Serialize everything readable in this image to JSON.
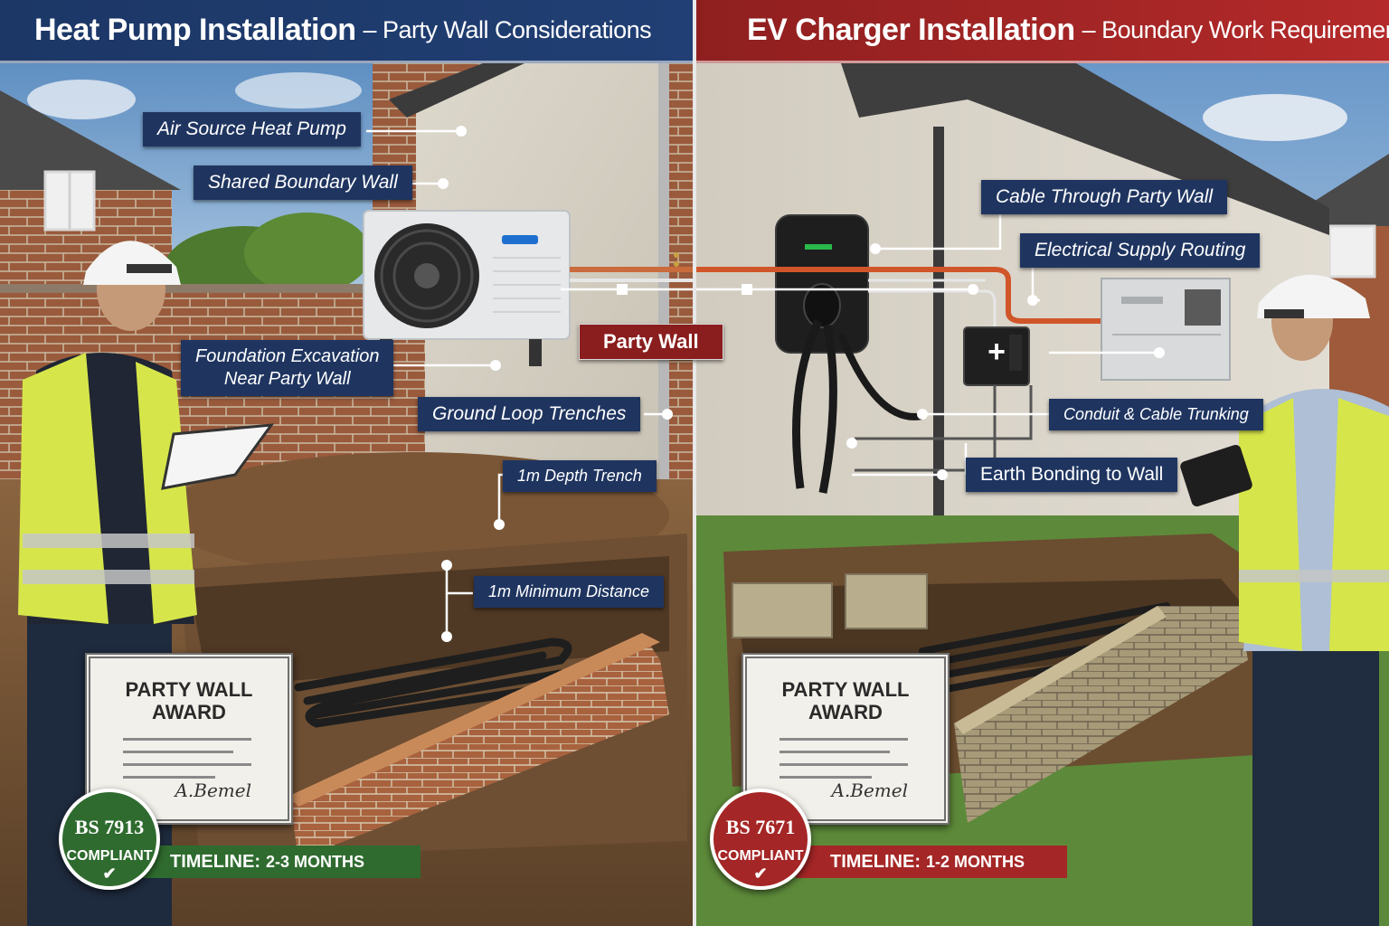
{
  "left": {
    "title": "Heat Pump Installation",
    "subtitle": "– Party Wall Considerations",
    "labels": {
      "heat_pump": "Air Source Heat Pump",
      "boundary_wall": "Shared Boundary Wall",
      "foundation_line1": "Foundation Excavation",
      "foundation_line2": "Near Party Wall",
      "ground_loop": "Ground Loop Trenches",
      "depth": "1m Depth Trench",
      "distance": "1m Minimum Distance"
    },
    "party_wall_label": "Party Wall",
    "award_line1": "PARTY WALL",
    "award_line2": "AWARD",
    "signature": "A.Bemel",
    "seal_standard": "BS 7913",
    "seal_text": "COMPLIANT",
    "timeline_label": "TIMELINE:",
    "timeline_value": "2-3 MONTHS",
    "colors": {
      "header": "#1c3766",
      "seal": "#2f6b2f",
      "timeline": "#2f6b2f"
    }
  },
  "right": {
    "title": "EV Charger Installation",
    "subtitle": "– Boundary Work Requirements",
    "labels": {
      "cable_through": "Cable Through Party Wall",
      "supply_routing": "Electrical Supply Routing",
      "conduit": "Conduit & Cable Trunking",
      "earth": "Earth Bonding to Wall"
    },
    "award_line1": "PARTY WALL",
    "award_line2": "AWARD",
    "signature": "A.Bemel",
    "seal_standard": "BS 7671",
    "seal_text": "COMPLIANT",
    "timeline_label": "TIMELINE:",
    "timeline_value": "1-2 MONTHS",
    "colors": {
      "header": "#a52626",
      "seal": "#a52626",
      "timeline": "#a52626"
    }
  }
}
